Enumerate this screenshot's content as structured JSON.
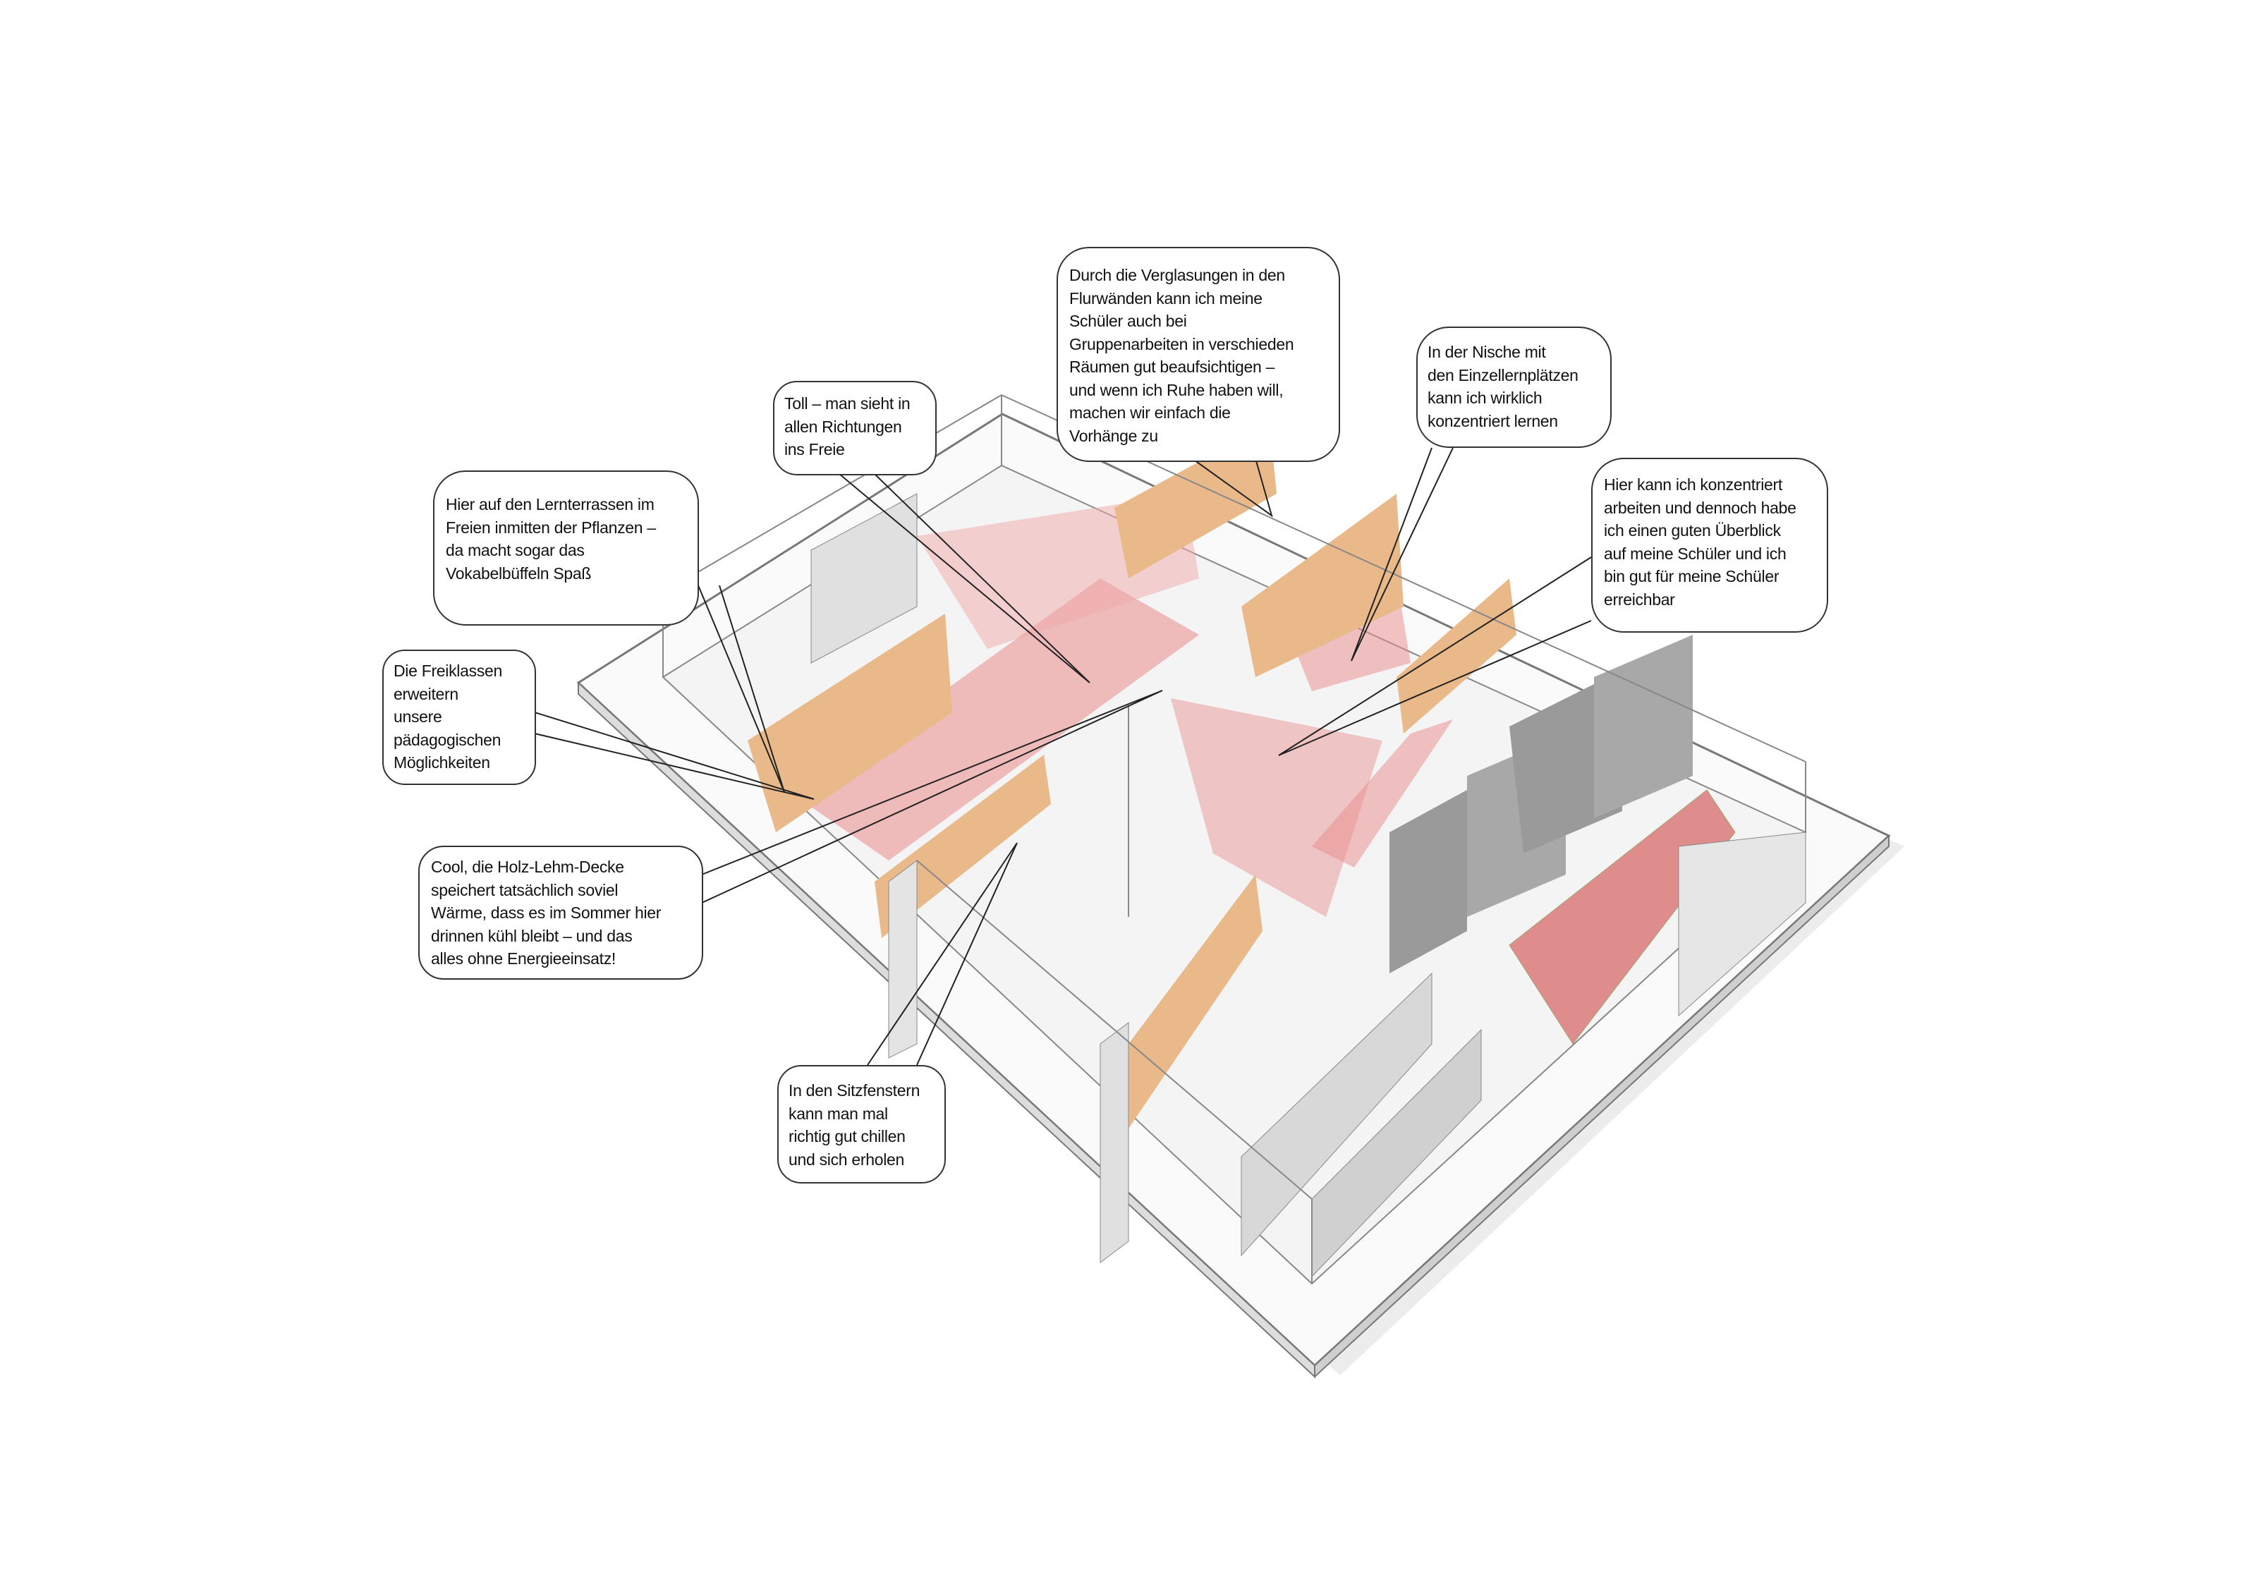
{
  "bubbles": {
    "terraces": [
      "Hier auf den Lernterrassen im",
      "Freien inmitten der Pflanzen –",
      "da macht sogar das",
      "Vokabelbüffeln Spaß"
    ],
    "outside_view": [
      "Toll – man sieht in",
      "allen Richtungen",
      "ins Freie"
    ],
    "glazing": [
      "Durch die Verglasungen in den",
      "Flurwänden kann ich meine",
      "Schüler auch bei",
      "Gruppenarbeiten in verschieden",
      "Räumen gut beaufsichtigen –",
      "und wenn ich Ruhe haben will,",
      "machen wir einfach die",
      "Vorhänge zu"
    ],
    "niche": [
      " In der Nische mit",
      "den Einzellernplätzen",
      "kann ich wirklich",
      "konzentriert lernen"
    ],
    "teacher_overview": [
      "Hier kann ich konzentriert",
      "arbeiten und dennoch habe",
      "ich einen guten Überblick",
      "auf meine Schüler und ich",
      "bin gut für meine Schüler",
      "erreichbar"
    ],
    "open_classes": [
      "Die Freiklassen",
      "erweitern",
      "unsere",
      "pädagogischen",
      "Möglichkeiten"
    ],
    "ceiling": [
      "Cool, die Holz-Lehm-Decke",
      "speichert tatsächlich soviel",
      "Wärme, dass es im Sommer hier",
      "drinnen kühl bleibt – und das",
      "alles ohne Energieeinsatz!"
    ],
    "window_seats": [
      "In den Sitzfenstern",
      "kann man mal",
      "richtig gut chillen",
      "und sich erholen"
    ]
  },
  "colors": {
    "wood": "#e9b98a",
    "red_zone": "#e98a8a",
    "gray_box": "#9a9a9a",
    "line": "#555555"
  }
}
